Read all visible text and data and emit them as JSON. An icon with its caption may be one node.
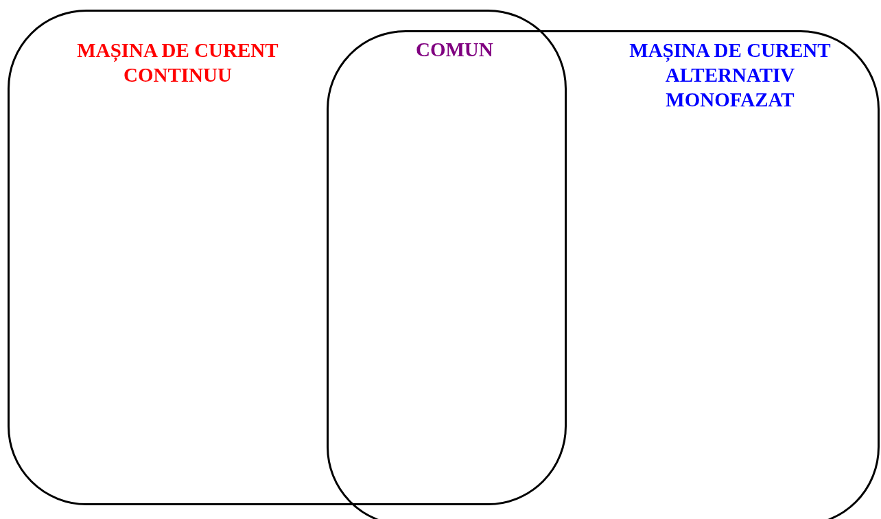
{
  "diagram": {
    "nodes": [
      {
        "text": [
          "MAȘINA DE CURENT CONTINUU"
        ]
      },
      {
        "text": [
          "MAȘINA DE CURENT ALTERNATIV MONOFAZAT"
        ]
      }
    ],
    "labels": [
      "COMUN"
    ]
  }
}
